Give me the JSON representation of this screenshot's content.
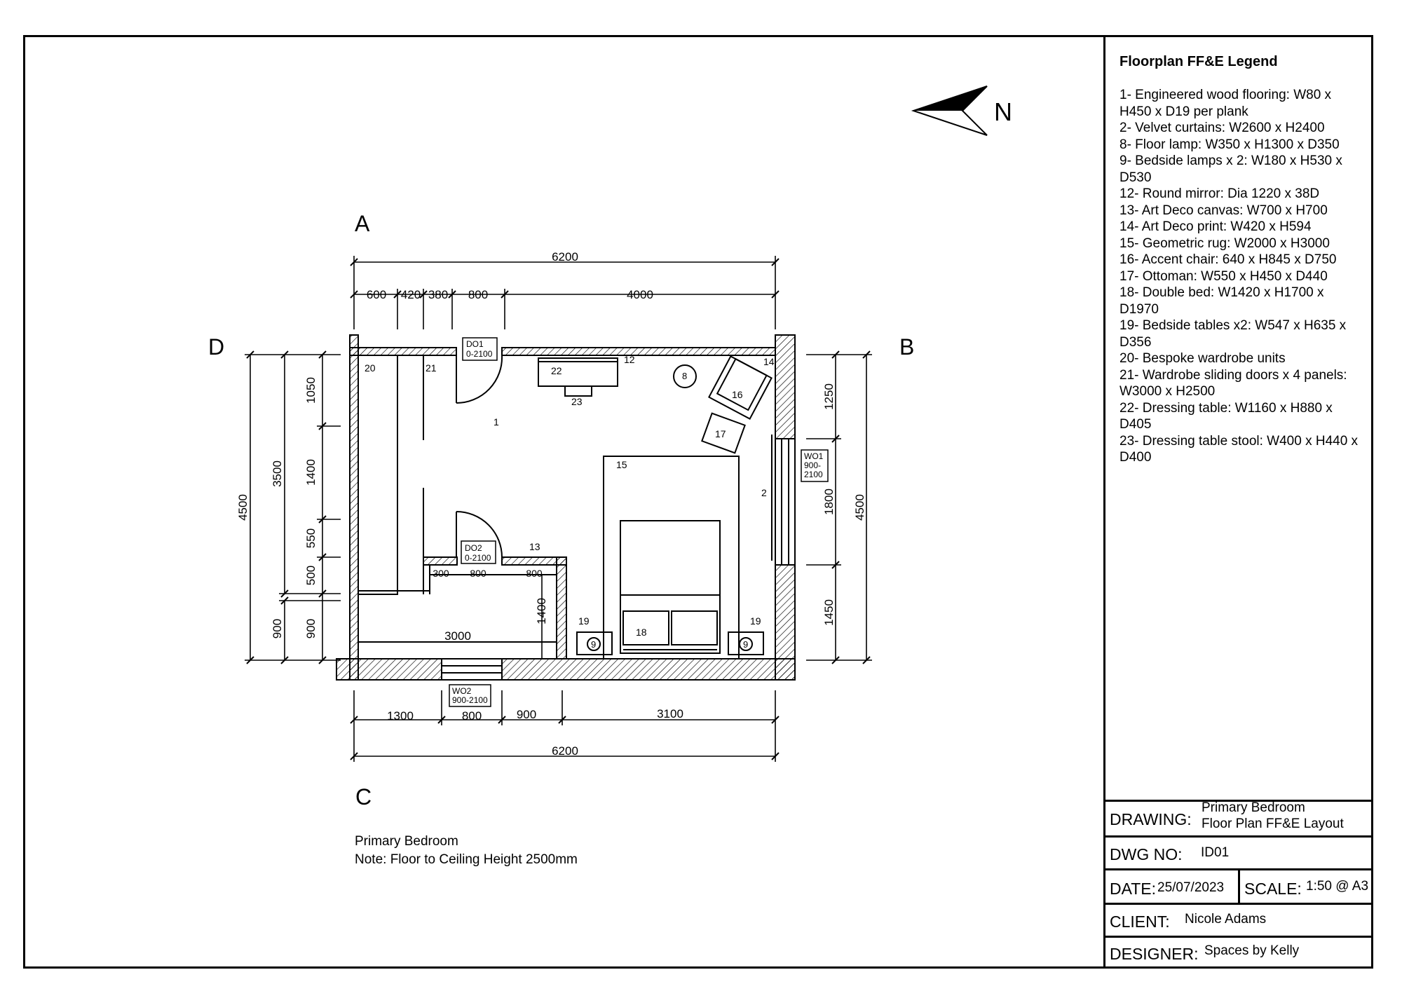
{
  "compass": {
    "label": "N"
  },
  "views": {
    "a": "A",
    "b": "B",
    "c": "C",
    "d": "D"
  },
  "notes": {
    "room_name": "Primary Bedroom",
    "ceiling_note": "Note: Floor to Ceiling Height 2500mm"
  },
  "dimensions": {
    "top_total": "6200",
    "top_segments": [
      "600",
      "420",
      "380",
      "800",
      "4000"
    ],
    "bottom_total": "6200",
    "bottom_segments": [
      "1300",
      "800",
      "900",
      "3100"
    ],
    "left_total": "4500",
    "left_upper": "3500",
    "left_lower": "900",
    "left_inner": [
      "1050",
      "1400",
      "550",
      "500",
      "900"
    ],
    "right_total": "4500",
    "right_inner": [
      "1250",
      "1800",
      "1450"
    ],
    "ensuite_width": "3000",
    "ensuite_depth": "1400",
    "ensuite_wall_segments": [
      "300",
      "800",
      "800"
    ]
  },
  "tags": {
    "do1": [
      "DO1",
      "0-2100"
    ],
    "do2": [
      "DO2",
      "0-2100"
    ],
    "wo1": [
      "WO1",
      "900-",
      "2100"
    ],
    "wo2": [
      "WO2",
      "900-2100"
    ]
  },
  "item_numbers": {
    "flooring": "1",
    "curtains": "2",
    "floor_lamp": "8",
    "bedside_lamp": "9",
    "mirror": "12",
    "canvas": "13",
    "print": "14",
    "rug": "15",
    "chair": "16",
    "ottoman": "17",
    "bed": "18",
    "bedside_table": "19",
    "wardrobe": "20",
    "sliding_doors": "21",
    "dressing_table": "22",
    "stool": "23"
  },
  "legend": {
    "title": "Floorplan FF&E Legend",
    "items": [
      "1- Engineered wood flooring: W80 x H450 x D19 per plank",
      "2- Velvet curtains: W2600 x H2400",
      "8- Floor lamp: W350 x H1300 x D350",
      "9- Bedside lamps x 2: W180 x H530 x D530",
      "12- Round mirror: Dia 1220 x 38D",
      "13- Art Deco canvas: W700 x H700",
      "14- Art Deco print: W420 x H594",
      "15- Geometric rug: W2000 x H3000",
      "16- Accent chair: 640 x H845 x D750",
      "17- Ottoman: W550 x H450 x D440",
      "18- Double bed: W1420 x H1700 x D1970",
      "19- Bedside tables x2: W547 x H635 x D356",
      "20- Bespoke wardrobe units",
      "21- Wardrobe sliding doors x 4 panels: W3000 x H2500",
      "22- Dressing table: W1160 x H880 x D405",
      "23- Dressing table stool: W400 x H440 x D400"
    ]
  },
  "title_block": {
    "drawing_label": "DRAWING:",
    "drawing_value_line1": "Primary Bedroom",
    "drawing_value_line2": "Floor Plan FF&E Layout",
    "dwg_no_label": "DWG NO:",
    "dwg_no_value": "ID01",
    "date_label": "DATE:",
    "date_value": "25/07/2023",
    "scale_label": "SCALE:",
    "scale_value": "1:50 @ A3",
    "client_label": "CLIENT:",
    "client_value": "Nicole Adams",
    "designer_label": "DESIGNER:",
    "designer_value": "Spaces by Kelly"
  }
}
